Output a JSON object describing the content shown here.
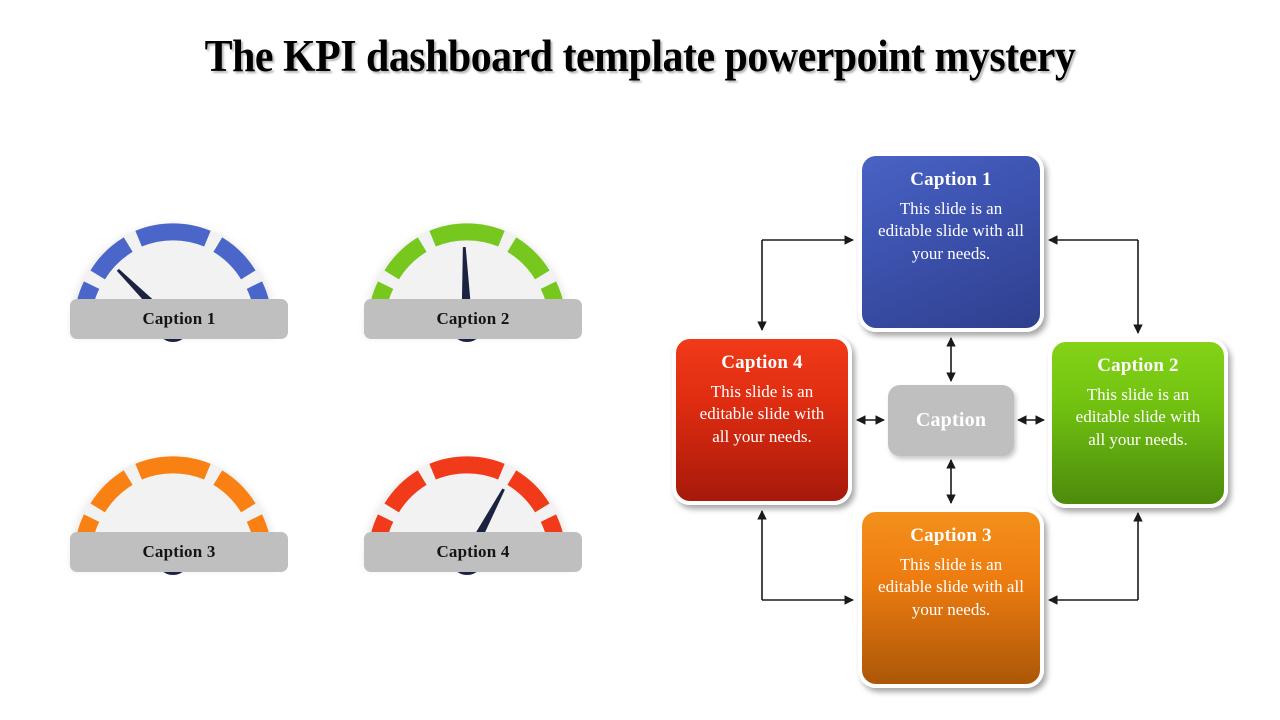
{
  "slide": {
    "title": "The KPI dashboard template powerpoint mystery",
    "background": "#ffffff"
  },
  "gauges": {
    "section_name": "kpi-gauges",
    "items": [
      {
        "id": "gauge-1",
        "caption": "Caption 1",
        "color": "#4a66c8",
        "needle_angle_deg": 135,
        "needle_color": "#1b2340"
      },
      {
        "id": "gauge-2",
        "caption": "Caption 2",
        "color": "#76c81e",
        "needle_angle_deg": 92,
        "needle_color": "#1b2340"
      },
      {
        "id": "gauge-3",
        "caption": "Caption 3",
        "color": "#f98012",
        "needle_angle_deg": 12,
        "needle_color": "#1b2340"
      },
      {
        "id": "gauge-4",
        "caption": "Caption 4",
        "color": "#f03a19",
        "needle_angle_deg": 62,
        "needle_color": "#1b2340"
      }
    ],
    "dial_face_color": "#f2f2f2",
    "tick_count": 6,
    "caption_bar_color": "#bfbfbf"
  },
  "diagram": {
    "section_name": "cycle-diagram",
    "center": {
      "label": "Caption",
      "color": "#bfbfbf"
    },
    "nodes": [
      {
        "id": "node-top",
        "caption": "Caption 1",
        "body": "This slide is an editable slide with all your needs.",
        "color": "#3f56b4"
      },
      {
        "id": "node-right",
        "caption": "Caption 2",
        "body": "This slide is an editable slide with all your needs.",
        "color": "#72c211"
      },
      {
        "id": "node-bottom",
        "caption": "Caption 3",
        "body": "This slide is an editable slide with all your needs.",
        "color": "#ed7c10"
      },
      {
        "id": "node-left",
        "caption": "Caption 4",
        "body": "This slide is an editable slide with all your needs.",
        "color": "#e02d11"
      }
    ],
    "connector_color": "#1a1a1a"
  }
}
